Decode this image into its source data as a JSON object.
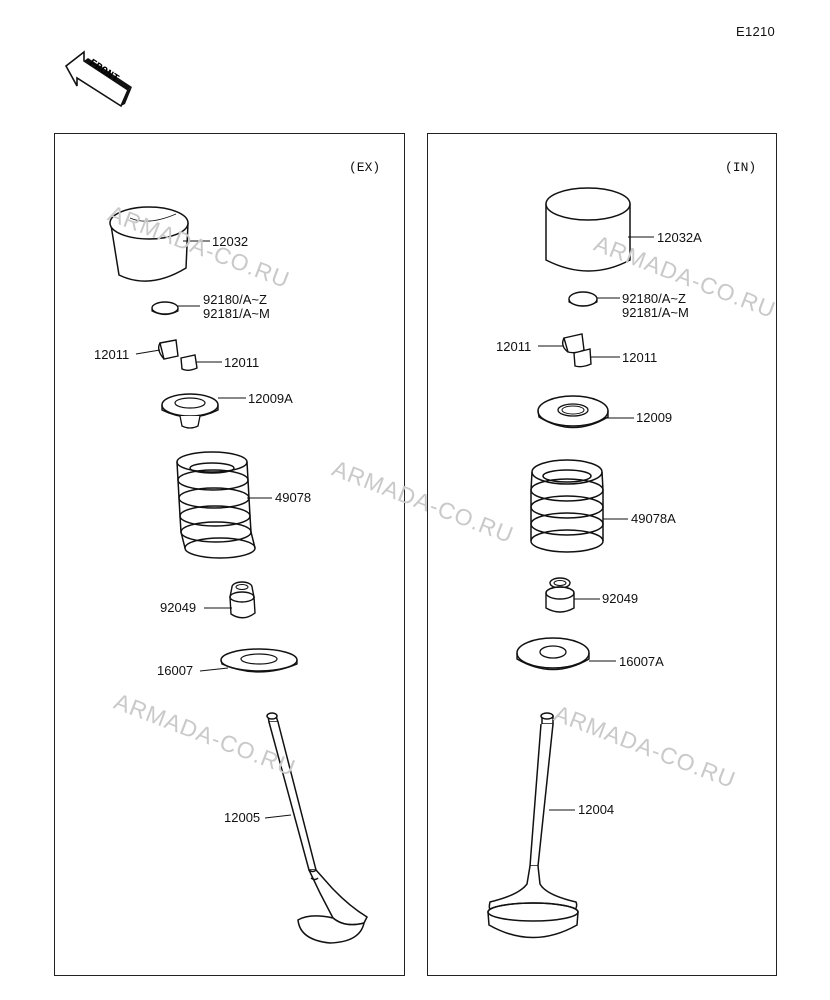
{
  "diagram_code": "E1210",
  "front_arrow_label": "FRONT",
  "watermark": "ARMADA-CO.RU",
  "panels": {
    "exhaust": {
      "label": "(EX)",
      "parts": {
        "tappet": "12032",
        "shim_1": "92180/A~Z",
        "shim_2": "92181/A~M",
        "cotter_left": "12011",
        "cotter_right": "12011",
        "retainer": "12009A",
        "spring": "49078",
        "seal": "92049",
        "seat": "16007",
        "valve": "12005"
      }
    },
    "intake": {
      "label": "(IN)",
      "parts": {
        "tappet": "12032A",
        "shim_1": "92180/A~Z",
        "shim_2": "92181/A~M",
        "cotter_left": "12011",
        "cotter_right": "12011",
        "retainer": "12009",
        "spring": "49078A",
        "seal": "92049",
        "seat": "16007A",
        "valve": "12004"
      }
    }
  }
}
